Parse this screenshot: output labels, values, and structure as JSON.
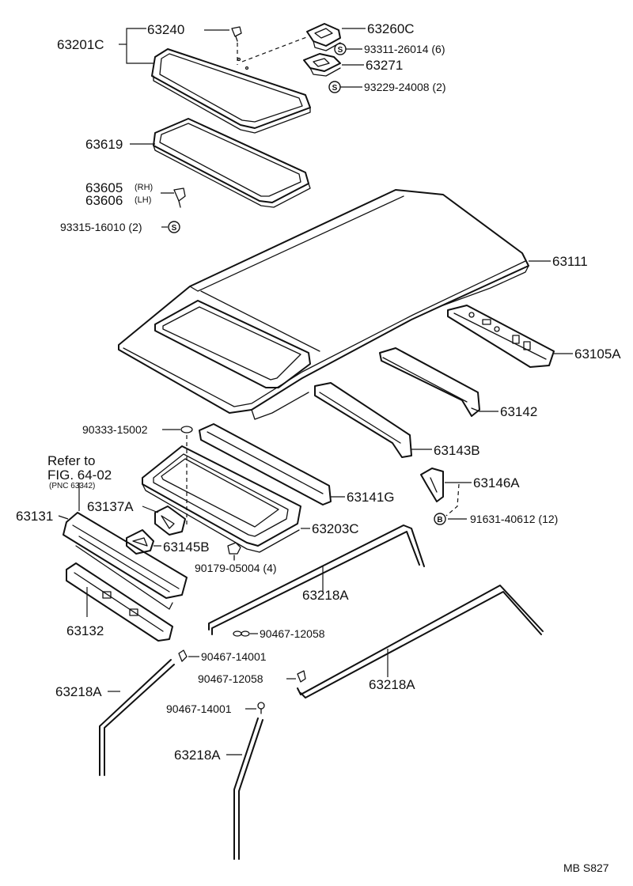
{
  "labels": {
    "l63240": "63240",
    "l63201c": "63201C",
    "l63260c": "63260C",
    "l93311": "93311-26014 (6)",
    "l63271": "63271",
    "l93229": "93229-24008 (2)",
    "l63619": "63619",
    "l63605": "63605",
    "l63605s": "(RH)",
    "l63606": "63606",
    "l63606s": "(LH)",
    "l93315": "93315-16010 (2)",
    "l63111": "63111",
    "l63105a": "63105A",
    "l63142": "63142",
    "l90333": "90333-15002",
    "refer1": "Refer to",
    "refer2": "FIG. 64-02",
    "refer3": "(PNC 63342)",
    "l63143b": "63143B",
    "l63146a": "63146A",
    "l63141g": "63141G",
    "l63137a": "63137A",
    "l63131": "63131",
    "l91631": "91631-40612 (12)",
    "l63203c": "63203C",
    "l63145b": "63145B",
    "l90179": "90179-05004 (4)",
    "l63218a_1": "63218A",
    "l90467a": "90467-12058",
    "l63132": "63132",
    "l90467b": "90467-14001",
    "l90467c": "90467-12058",
    "l63218a_2": "63218A",
    "l63218a_3": "63218A",
    "l90467d": "90467-14001",
    "l63218a_4": "63218A",
    "code": "MB  S827"
  },
  "symbols": {
    "s": "S",
    "b": "B"
  }
}
